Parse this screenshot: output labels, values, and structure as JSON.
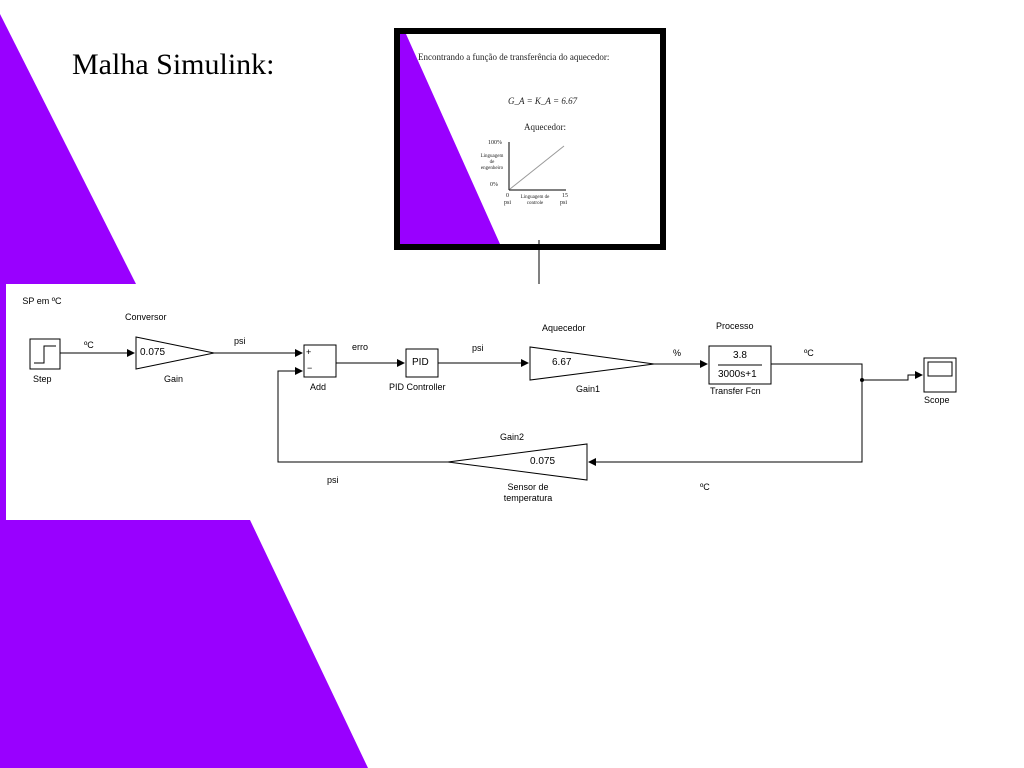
{
  "slide": {
    "title": "Malha Simulink:",
    "accent_color": "#9900ff"
  },
  "inset": {
    "title": "Encontrando a função de transferência do aquecedor:",
    "equation": "G_A = K_A = 6.67",
    "subtitle": "Aquecedor:",
    "y_top": "100%",
    "y_bottom": "0%",
    "y_label": "Linguagem de engenheiro",
    "x_left_value": "0",
    "x_left_unit": "psi",
    "x_right_value": "15",
    "x_right_unit": "psi",
    "x_label": "Linguagem de controle"
  },
  "diagram": {
    "step": {
      "top_label": "SP em ºC",
      "name": "Step"
    },
    "gain": {
      "top_label": "Conversor",
      "value": "0.075",
      "name": "Gain"
    },
    "add": {
      "plus": "+",
      "minus": "−",
      "name": "Add"
    },
    "pid": {
      "value": "PID",
      "name": "PID Controller"
    },
    "gain1": {
      "top_label": "Aquecedor",
      "value": "6.67",
      "name": "Gain1"
    },
    "tf": {
      "top_label": "Processo",
      "numerator": "3.8",
      "denominator": "3000s+1",
      "name": "Transfer Fcn"
    },
    "scope": {
      "name": "Scope"
    },
    "gain2": {
      "top_label": "Gain2",
      "value": "0.075",
      "name": "Sensor de temperatura"
    },
    "signals": {
      "step_out": "ºC",
      "gain_out": "psi",
      "add_out": "erro",
      "pid_out": "psi",
      "gain1_out": "%",
      "tf_out": "ºC",
      "feedback_in": "ºC",
      "feedback_out": "psi"
    }
  }
}
